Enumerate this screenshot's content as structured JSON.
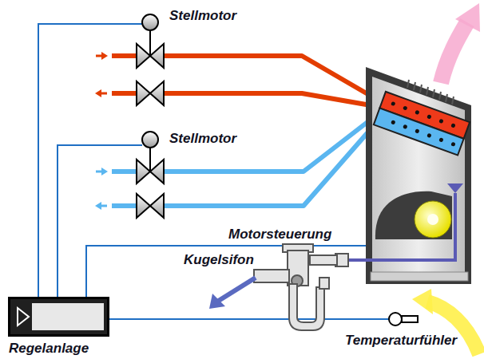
{
  "diagram": {
    "nodes": [
      {
        "text": [
          "Regelanlage"
        ]
      }
    ],
    "labels": [
      "Stellmotor",
      "Stellmotor",
      "Motorsteuerung",
      "Kugelsifon",
      "Temperaturfühler"
    ]
  }
}
